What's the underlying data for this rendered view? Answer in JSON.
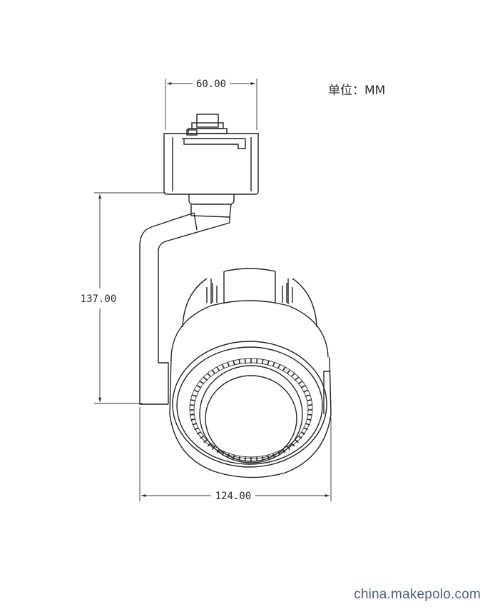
{
  "unit_label": "单位：MM",
  "dimensions": {
    "top_width": "60.00",
    "height": "137.00",
    "bottom_width": "124.00"
  },
  "watermark": "china.makepolo.com"
}
